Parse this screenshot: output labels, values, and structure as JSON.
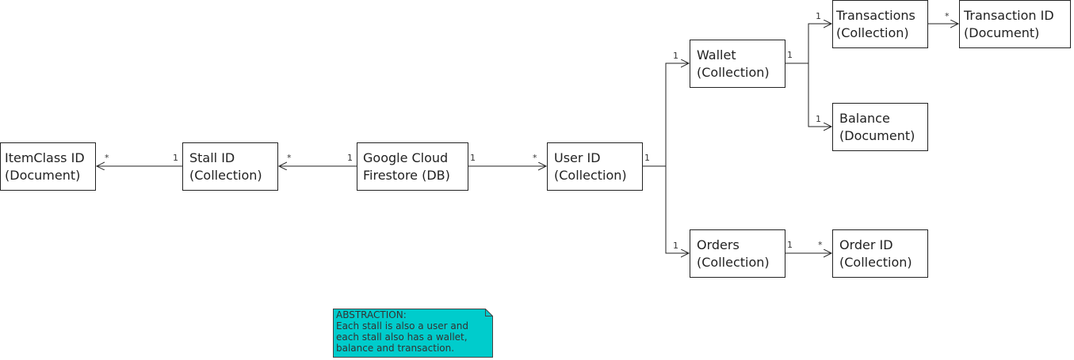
{
  "colors": {
    "note_fill": "#00CCCC",
    "line": "#222222",
    "box": "#ffffff"
  },
  "nodes": {
    "itemclass": {
      "line1": "ItemClass ID",
      "line2": "(Document)"
    },
    "stall": {
      "line1": "Stall ID",
      "line2": "(Collection)"
    },
    "firestore": {
      "line1": "Google Cloud",
      "line2": "Firestore (DB)"
    },
    "user": {
      "line1": "User ID",
      "line2": "(Collection)"
    },
    "wallet": {
      "line1": "Wallet",
      "line2": "(Collection)"
    },
    "orders": {
      "line1": "Orders",
      "line2": "(Collection)"
    },
    "transactions": {
      "line1": "Transactions",
      "line2": "(Collection)"
    },
    "transaction_id": {
      "line1": "Transaction ID",
      "line2": "(Document)"
    },
    "balance": {
      "line1": "Balance",
      "line2": "(Document)"
    },
    "order_id": {
      "line1": "Order ID",
      "line2": "(Collection)"
    }
  },
  "edges": {
    "stall_itemclass": {
      "source_mult": "1",
      "target_mult": "*"
    },
    "firestore_stall": {
      "source_mult": "1",
      "target_mult": "*"
    },
    "firestore_user": {
      "source_mult": "1",
      "target_mult": "*"
    },
    "user_wallet": {
      "source_mult": "1",
      "target_mult": "1"
    },
    "user_orders": {
      "target_mult": "1"
    },
    "wallet_transactions": {
      "source_mult": "1",
      "target_mult": "1"
    },
    "wallet_balance": {
      "target_mult": "1"
    },
    "transactions_txid": {
      "target_mult": "*"
    },
    "orders_orderid": {
      "source_mult": "1",
      "target_mult": "*"
    }
  },
  "note": {
    "line1": "ABSTRACTION:",
    "line2": "Each stall is also a user and",
    "line3": "each stall also has a wallet,",
    "line4": "balance and transaction."
  }
}
